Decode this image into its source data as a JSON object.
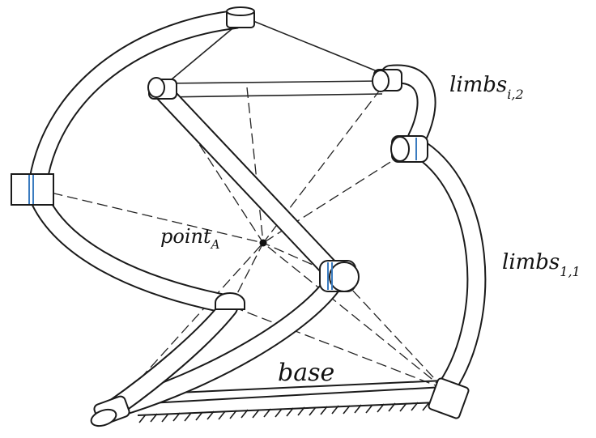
{
  "labels": {
    "point": {
      "main": "point",
      "sub": "A"
    },
    "limb_upper": {
      "main": "limbs",
      "sub": "i,2"
    },
    "limb_lower": {
      "main": "limbs",
      "sub": "1,1"
    },
    "base": "base"
  },
  "colors": {
    "line": "#1a1a1a",
    "ring_accent": "#3a7bbf",
    "background": "#ffffff"
  }
}
